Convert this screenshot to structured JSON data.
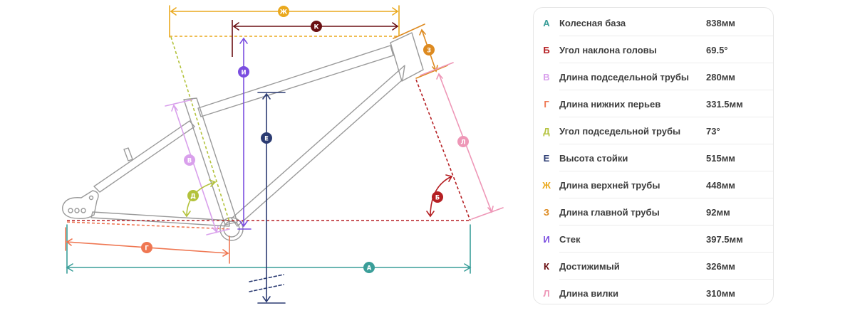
{
  "colors": {
    "A": "#3a9e99",
    "B": "#b51f23",
    "V": "#d9a0ec",
    "G": "#ef7752",
    "D": "#b3c23b",
    "E": "#2b3b72",
    "ZH": "#eaa91e",
    "Z": "#dd8a20",
    "I": "#7b4ee0",
    "K": "#6a0f12",
    "L": "#ee97b7",
    "frame": "#9a9a9a"
  },
  "specs": [
    {
      "key": "A",
      "letter": "А",
      "label": "Колесная база",
      "value": "838мм"
    },
    {
      "key": "B",
      "letter": "Б",
      "label": "Угол наклона головы",
      "value": "69.5°"
    },
    {
      "key": "V",
      "letter": "В",
      "label": "Длина подседельной трубы",
      "value": "280мм"
    },
    {
      "key": "G",
      "letter": "Г",
      "label": "Длина нижних перьев",
      "value": "331.5мм"
    },
    {
      "key": "D",
      "letter": "Д",
      "label": "Угол подседельной трубы",
      "value": "73°"
    },
    {
      "key": "E",
      "letter": "Е",
      "label": "Высота стойки",
      "value": "515мм"
    },
    {
      "key": "ZH",
      "letter": "Ж",
      "label": "Длина верхней трубы",
      "value": "448мм"
    },
    {
      "key": "Z",
      "letter": "З",
      "label": "Длина главной трубы",
      "value": "92мм"
    },
    {
      "key": "I",
      "letter": "И",
      "label": "Стек",
      "value": "397.5мм"
    },
    {
      "key": "K",
      "letter": "К",
      "label": "Достижимый",
      "value": "326мм"
    },
    {
      "key": "L",
      "letter": "Л",
      "label": "Длина вилки",
      "value": "310мм"
    }
  ]
}
